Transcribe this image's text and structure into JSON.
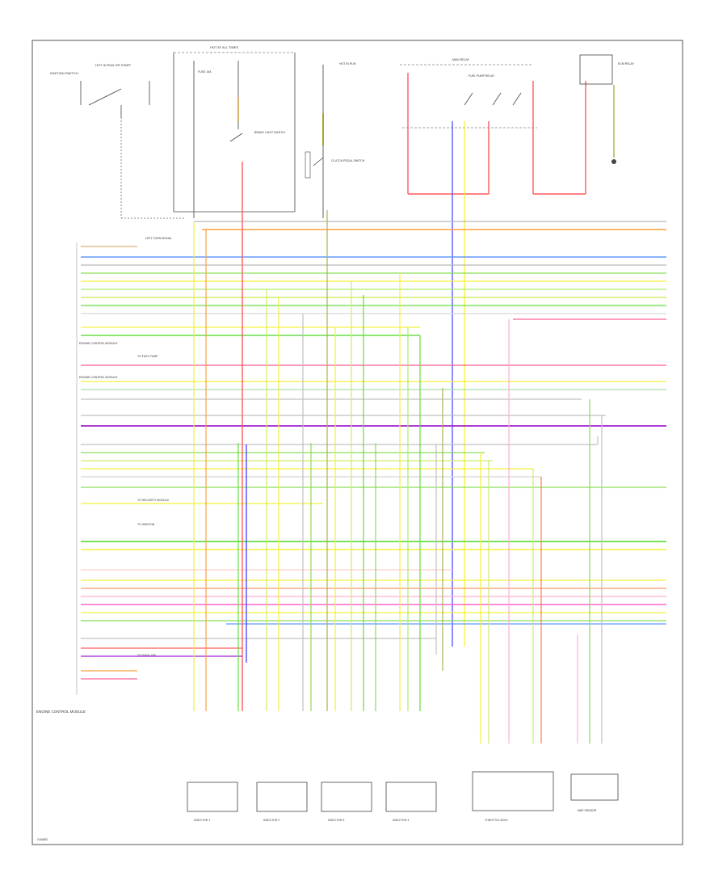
{
  "page": {
    "footer_code": "G4065S"
  },
  "colors": {
    "frame": "#555555",
    "text": "#333333",
    "wire_gray": "#b8b8b8",
    "wire_red": "#ff5a5a",
    "wire_orange": "#ffa040",
    "wire_yellow": "#f4f03a",
    "wire_green": "#66dd44",
    "wire_blue": "#4d4dff",
    "wire_violet": "#a020d0",
    "wire_pink": "#ff66cc",
    "wire_light_blue": "#6699ff",
    "wire_tan": "#d8b070"
  },
  "top_components": {
    "ignition_switch": {
      "label": "IGNITION SWITCH",
      "note": "HOT IN RUN OR START"
    },
    "hot_at_all_times": {
      "label": "HOT AT ALL TIMES"
    },
    "fuse_15a": {
      "label": "FUSE 15A"
    },
    "brake_switch": {
      "label": "BRAKE LIGHT SWITCH"
    },
    "clutch_switch": {
      "label": "CLUTCH PEDAL SWITCH"
    },
    "hot_in_run": {
      "label": "HOT IN RUN"
    },
    "fuel_pump_relay": {
      "label": "FUEL PUMP RELAY"
    },
    "main_relay": {
      "label": "MAIN RELAY"
    },
    "engine_control_relay": {
      "label": "ECM RELAY"
    }
  },
  "left_connector": {
    "ecm_label": "ENGINE CONTROL MODULE",
    "group_labels": [
      "ENGINE CONTROL MODULE",
      "ENGINE CONTROL MODULE"
    ],
    "side_notes": [
      "LEFT TURN SIGNAL",
      "TO FUEL PUMP",
      "TO SECURITY MODULE",
      "TO IGNITION",
      "TO DATA LINK"
    ]
  },
  "bottom_components": {
    "injector_1": "INJECTOR 1",
    "injector_2": "INJECTOR 2",
    "injector_3": "INJECTOR 3",
    "injector_4": "INJECTOR 4",
    "throttle_body": "THROTTLE BODY",
    "map_sensor": "MAP SENSOR"
  }
}
